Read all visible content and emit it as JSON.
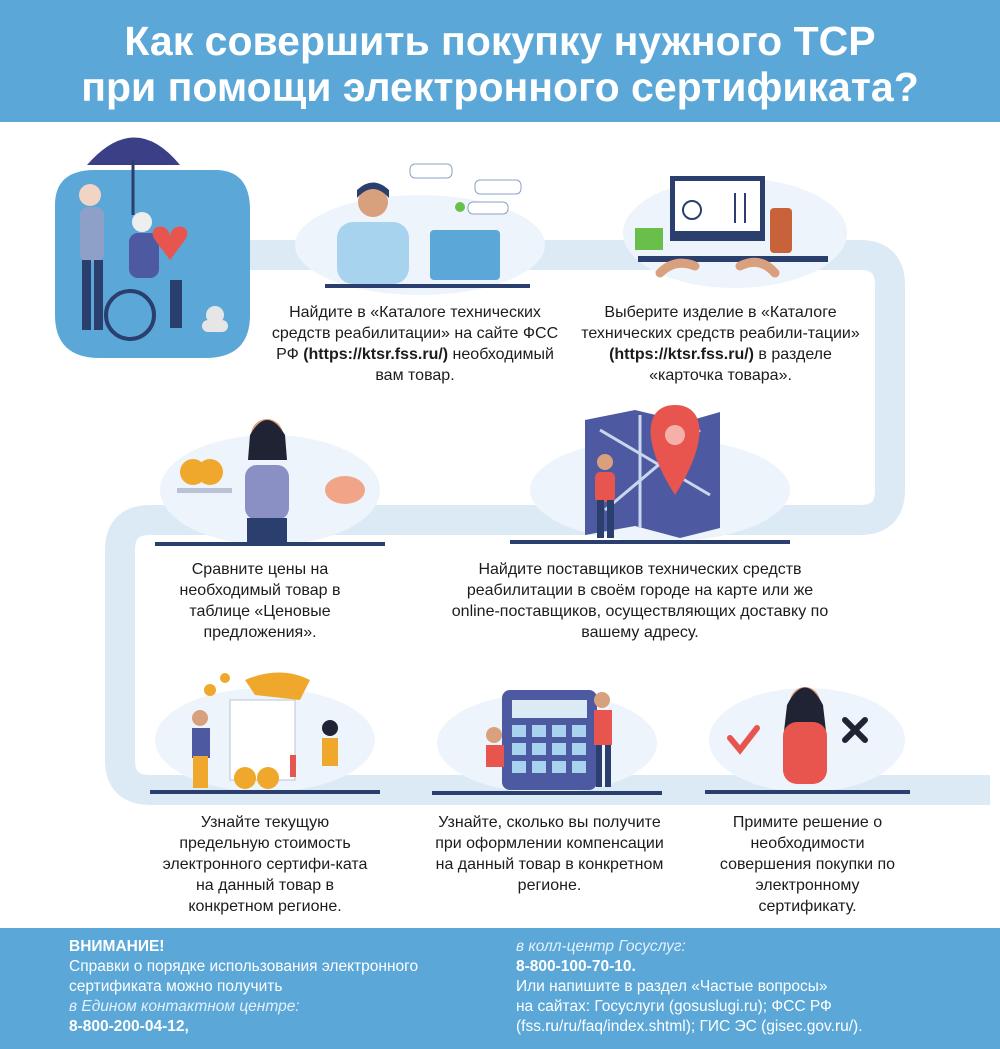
{
  "title": {
    "line1": "Как совершить покупку нужного ТСР",
    "line2": "при помощи электронного сертификата?"
  },
  "steps": [
    {
      "pre": "Найдите в «Каталоге технических средств реабилитации» на сайте ФСС РФ ",
      "link": "(https://ktsr.fss.ru/)",
      "post": " необходимый вам товар."
    },
    {
      "pre": "Выберите изделие  в «Каталоге технических средств реабили-тации» ",
      "link": "(https://ktsr.fss.ru/)",
      "post": " в разделе «карточка товара»."
    },
    {
      "text": "Сравните цены на необходимый товар в таблице «Ценовые предложения»."
    },
    {
      "text": "Найдите поставщиков технических средств реабилитации в своём городе на карте или же online-поставщиков, осуществляющих доставку по вашему адресу."
    },
    {
      "text": "Узнайте текущую предельную стоимость электронного сертифи-ката на данный товар в конкретном регионе."
    },
    {
      "text": "Узнайте, сколько вы получите при оформлении компенсации на данный товар в конкретном регионе."
    },
    {
      "text": "Примите решение о необходимости совершения покупки по электронному сертификату."
    }
  ],
  "footer": {
    "attention": "ВНИМАНИЕ!",
    "info1": "Справки о порядке использования электронного",
    "info2": "сертификата можно получить",
    "contact_label": "в Едином контактном центре:",
    "contact_phone": "8-800-200-04-12,",
    "gosuslugi_label": "в колл-центр Госуслуг:",
    "gosuslugi_phone": "8-800-100-70-10.",
    "faq1": "Или напишите в раздел «Частые вопросы»",
    "faq2": "на сайтах: Госуслуги (gosuslugi.ru); ФСС РФ",
    "faq3": "(fss.ru/ru/faq/index.shtml); ГИС ЭС (gisec.gov.ru/)."
  },
  "colors": {
    "brand_blue": "#5aa7d8",
    "path_light": "#dceaf6",
    "accent_red": "#e8554e",
    "navy": "#2a3f6e"
  }
}
